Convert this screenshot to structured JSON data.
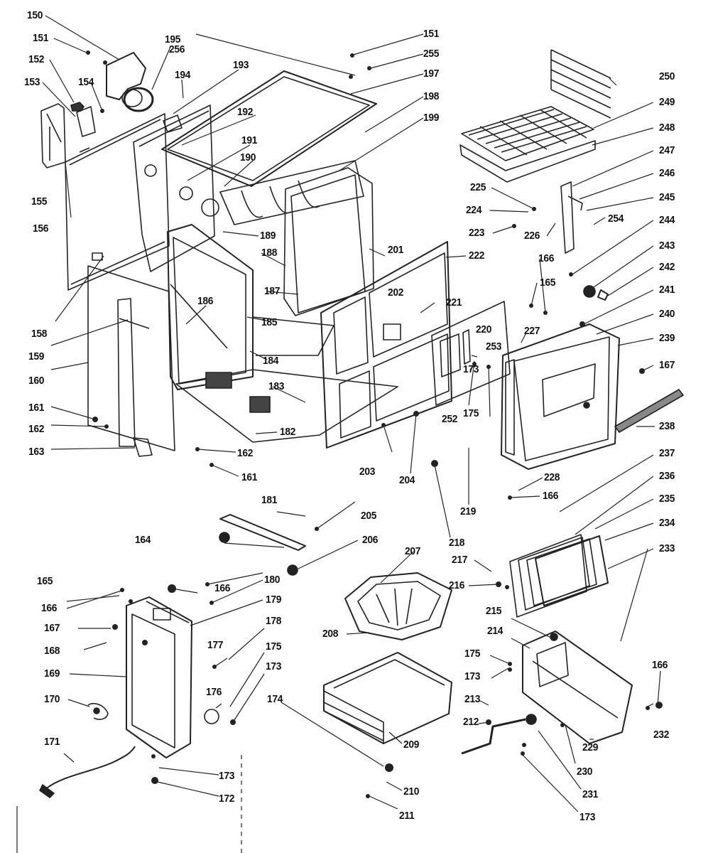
{
  "labels": [
    "150",
    "151",
    "152",
    "153",
    "154",
    "155",
    "156",
    "158",
    "159",
    "160",
    "161",
    "162",
    "163",
    "162",
    "161",
    "195",
    "194",
    "193",
    "192",
    "191",
    "190",
    "189",
    "188",
    "187",
    "186",
    "185",
    "184",
    "183",
    "182",
    "256",
    "151",
    "255",
    "197",
    "198",
    "199",
    "201",
    "222",
    "221",
    "202",
    "220",
    "227",
    "253",
    "173",
    "175",
    "252",
    "203",
    "204",
    "181",
    "205",
    "206",
    "250",
    "249",
    "248",
    "247",
    "246",
    "245",
    "254",
    "244",
    "243",
    "242",
    "241",
    "240",
    "239",
    "167",
    "238",
    "225",
    "224",
    "223",
    "226",
    "166",
    "165",
    "237",
    "236",
    "235",
    "234",
    "233",
    "228",
    "166",
    "219",
    "218",
    "217",
    "216",
    "207",
    "208",
    "164",
    "165",
    "166",
    "166",
    "180",
    "179",
    "178",
    "177",
    "175",
    "173",
    "176",
    "167",
    "168",
    "169",
    "170",
    "171",
    "173",
    "172",
    "174",
    "209",
    "210",
    "211",
    "215",
    "214",
    "175",
    "173",
    "213",
    "212",
    "229",
    "230",
    "231",
    "173",
    "166",
    "232"
  ]
}
